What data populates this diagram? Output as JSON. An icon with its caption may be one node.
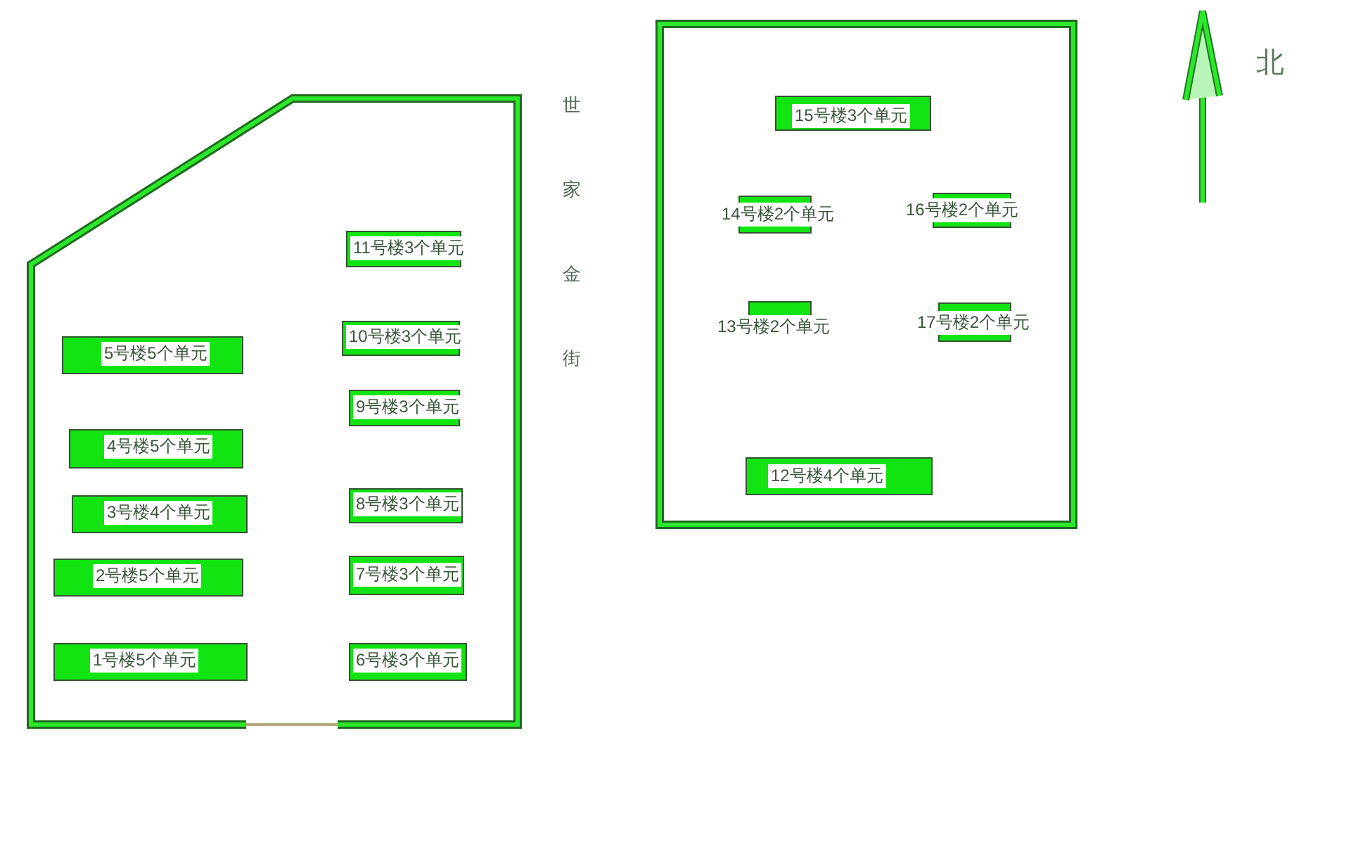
{
  "diagram": {
    "nodes": [
      {
        "text": [],
        "shape": "polygon"
      },
      {
        "text": [
          "11号楼3个单元"
        ],
        "in": 0
      },
      {
        "text": [
          "5号楼5个单元"
        ],
        "in": 0
      },
      {
        "text": [
          "10号楼3个单元"
        ],
        "in": 0
      },
      {
        "text": [
          "9号楼3个单元"
        ],
        "in": 0
      },
      {
        "text": [
          "4号楼5个单元"
        ],
        "in": 0
      },
      {
        "text": [
          "3号楼4个单元"
        ],
        "in": 0
      },
      {
        "text": [
          "8号楼3个单元"
        ],
        "in": 0
      },
      {
        "text": [
          "2号楼5个单元"
        ],
        "in": 0
      },
      {
        "text": [
          "7号楼3个单元"
        ],
        "in": 0
      },
      {
        "text": [
          "1号楼5个单元"
        ],
        "in": 0
      },
      {
        "text": [
          "6号楼3个单元"
        ],
        "in": 0
      },
      {
        "text": [],
        "shape": "box"
      },
      {
        "text": [
          "15号楼3个单元"
        ],
        "in": 12
      },
      {
        "text": [
          "14号楼2个单元"
        ],
        "in": 12
      },
      {
        "text": [
          "16号楼2个单元"
        ],
        "in": 12
      },
      {
        "text": [
          "13号楼2个单元"
        ],
        "in": 12
      },
      {
        "text": [
          "17号楼2个单元"
        ],
        "in": 12
      },
      {
        "text": [
          "12号楼4个单元"
        ],
        "in": 12
      }
    ],
    "labels": [
      "世家金街",
      "北"
    ]
  }
}
